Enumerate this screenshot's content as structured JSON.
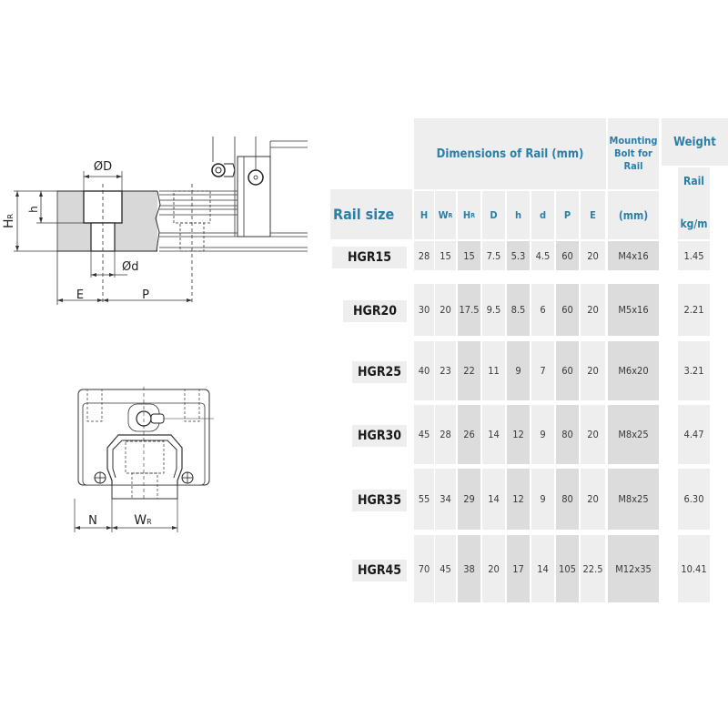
{
  "table": {
    "group_headers": {
      "dimensions": "Dimensions of Rail (mm)",
      "mounting_bolt": "Mounting Bolt for Rail",
      "mounting_bolt_lines": [
        "Mounting",
        "Bolt for",
        "Rail"
      ],
      "weight": "Weight"
    },
    "column_headers": {
      "rail_size": "Rail size",
      "H": "H",
      "WR": "W",
      "WR_sub": "R",
      "HR": "H",
      "HR_sub": "R",
      "D": "D",
      "h": "h",
      "d": "d",
      "P": "P",
      "E": "E",
      "bolt_unit": "(mm)",
      "weight_rail": "Rail",
      "weight_unit": "kg/m"
    },
    "rows": [
      {
        "size": "HGR15",
        "H": "28",
        "WR": "15",
        "HR": "15",
        "D": "7.5",
        "h": "5.3",
        "d": "4.5",
        "P": "60",
        "E": "20",
        "bolt": "M4x16",
        "weight": "1.45"
      },
      {
        "size": "HGR20",
        "H": "30",
        "WR": "20",
        "HR": "17.5",
        "D": "9.5",
        "h": "8.5",
        "d": "6",
        "P": "60",
        "E": "20",
        "bolt": "M5x16",
        "weight": "2.21"
      },
      {
        "size": "HGR25",
        "H": "40",
        "WR": "23",
        "HR": "22",
        "D": "11",
        "h": "9",
        "d": "7",
        "P": "60",
        "E": "20",
        "bolt": "M6x20",
        "weight": "3.21"
      },
      {
        "size": "HGR30",
        "H": "45",
        "WR": "28",
        "HR": "26",
        "D": "14",
        "h": "12",
        "d": "9",
        "P": "80",
        "E": "20",
        "bolt": "M8x25",
        "weight": "4.47"
      },
      {
        "size": "HGR35",
        "H": "55",
        "WR": "34",
        "HR": "29",
        "D": "14",
        "h": "12",
        "d": "9",
        "P": "80",
        "E": "20",
        "bolt": "M8x25",
        "weight": "6.30"
      },
      {
        "size": "HGR45",
        "H": "70",
        "WR": "45",
        "HR": "38",
        "D": "20",
        "h": "17",
        "d": "14",
        "P": "105",
        "E": "22.5",
        "bolt": "M12x35",
        "weight": "10.41"
      }
    ]
  },
  "drawings": {
    "side_view": {
      "labels": {
        "D": "ØD",
        "d": "Ød",
        "h": "h",
        "HR": "H",
        "HR_sub": "R",
        "E": "E",
        "P": "P"
      }
    },
    "front_view": {
      "labels": {
        "N": "N",
        "WR": "W",
        "WR_sub": "R"
      }
    }
  },
  "colors": {
    "header_text": "#2a7fa8",
    "cell_light": "#eeeeee",
    "cell_mid": "#e4e4e4",
    "cell_dark": "#dcdcdc",
    "label_text": "#1a1a1a"
  }
}
